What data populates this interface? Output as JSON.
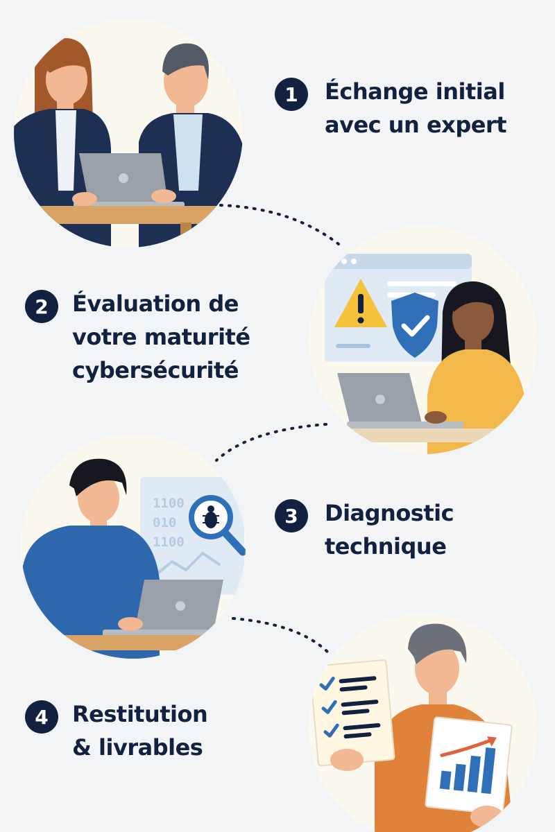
{
  "colors": {
    "navy": "#12213f",
    "background": "#f2f4f6",
    "circle": "#fbf8ef",
    "accent_blue": "#2f6fb8",
    "warning_yellow": "#f5c33b",
    "shirt_yellow": "#f2b94a",
    "shirt_orange": "#e0823a",
    "shirt_blue": "#2f67ad",
    "table_wood": "#d9a365",
    "laptop_gray": "#9aa0a8"
  },
  "steps": [
    {
      "number": "1",
      "lines": [
        "Échange initial",
        "avec un expert"
      ],
      "illustration": "two-people-meeting-illustration"
    },
    {
      "number": "2",
      "lines": [
        "Évaluation de",
        "votre maturité",
        "cybersécurité"
      ],
      "illustration": "security-assessment-illustration"
    },
    {
      "number": "3",
      "lines": [
        "Diagnostic",
        "technique"
      ],
      "illustration": "code-inspection-illustration"
    },
    {
      "number": "4",
      "lines": [
        "Restitution",
        "& livrables"
      ],
      "illustration": "report-delivery-illustration"
    }
  ],
  "code_screen": {
    "lines": [
      "1100",
      "010",
      "1100"
    ]
  }
}
